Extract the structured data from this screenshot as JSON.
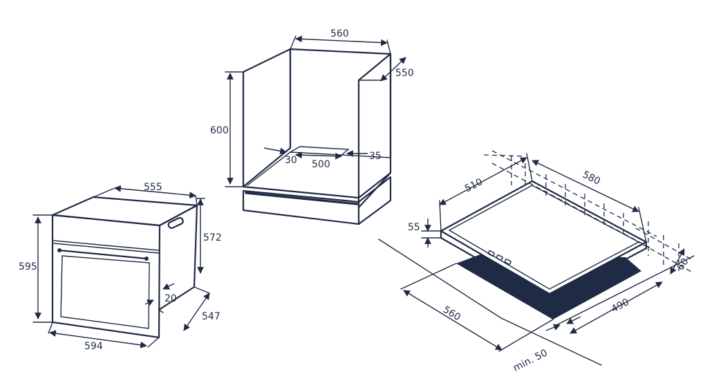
{
  "oven": {
    "width": "594",
    "depth": "547",
    "height": "595",
    "body_width": "555",
    "body_height": "572",
    "door_offset": "20"
  },
  "cabinet": {
    "width": "560",
    "depth": "550",
    "height": "600",
    "vent_width": "500",
    "vent_left": "30",
    "vent_right": "35"
  },
  "hob": {
    "width": "580",
    "depth": "510",
    "height": "55",
    "cutout_width": "560",
    "cutout_depth": "490",
    "min_distance": "min. 50",
    "rear_clearance": "60"
  },
  "colors": {
    "line": "#1f2a44",
    "background": "#ffffff"
  }
}
